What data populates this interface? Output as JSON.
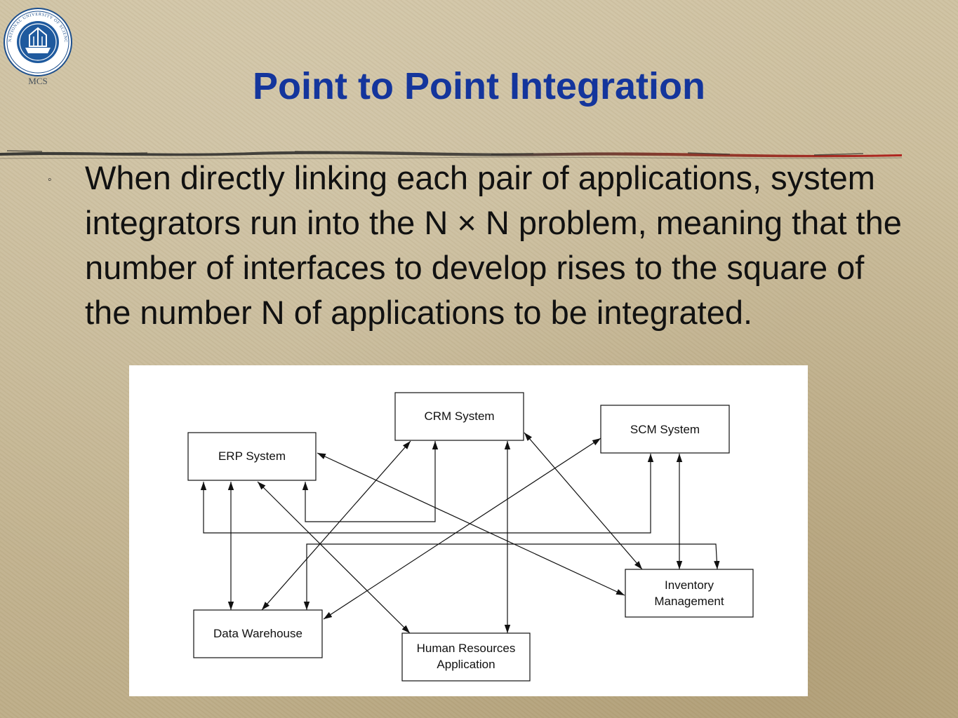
{
  "slide": {
    "logo_text": "MCS",
    "logo_ring_text": "NATIONAL UNIVERSITY OF SCIENCES & TECHNOLOGY · PAKISTAN",
    "title": "Point to Point Integration",
    "bullet": "When directly linking each pair of applications, system integrators run into the N × N problem, meaning that the number of interfaces to develop rises to the square of the number N of applications to be integrated."
  },
  "diagram": {
    "nodes": {
      "crm": "CRM System",
      "erp": "ERP System",
      "scm": "SCM System",
      "inventory_line1": "Inventory",
      "inventory_line2": "Management",
      "warehouse": "Data Warehouse",
      "hr_line1": "Human Resources",
      "hr_line2": "Application"
    }
  },
  "colors": {
    "title": "#14359c",
    "background": "#c7b997",
    "rule_dark": "#3a3a36",
    "rule_red": "#b0251f"
  }
}
